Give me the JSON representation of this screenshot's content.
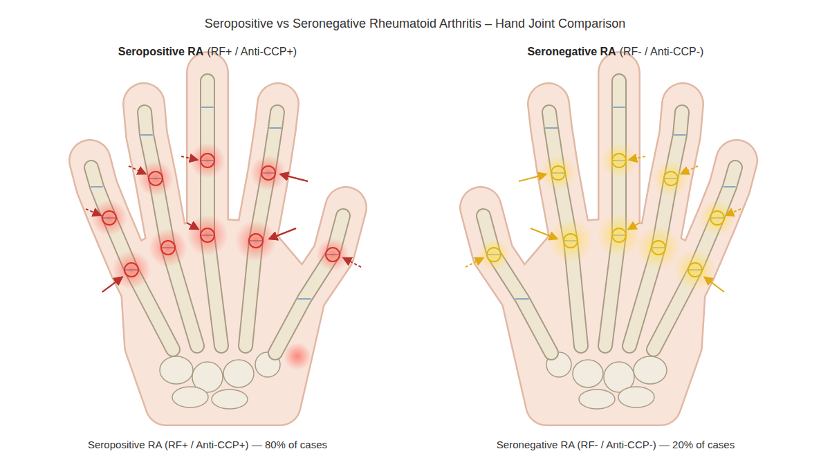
{
  "diagram": {
    "title": "Seropositive vs Seronegative Rheumatoid Arthritis – Hand Joint Comparison",
    "labels": [
      "Seropositive RA",
      "(RF+ / Anti-CCP+)",
      "Seronegative RA",
      "(RF- / Anti-CCP-)",
      "Seropositive RA (RF+ / Anti-CCP+) — 80% of cases",
      "Seronegative RA (RF- / Anti-CCP-) — 20% of cases"
    ]
  }
}
